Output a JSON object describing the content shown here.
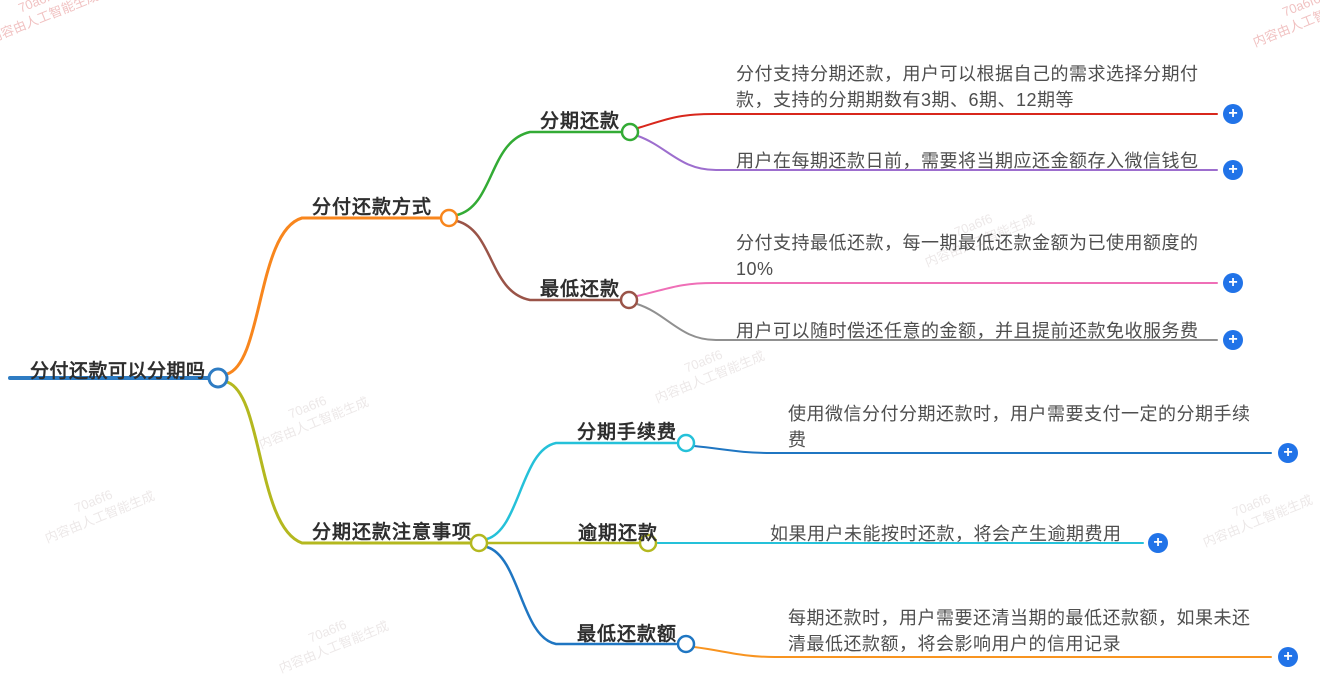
{
  "colors": {
    "root_blue": "#2e7cc3",
    "plus_blue": "#2173e8",
    "orange": "#f8861d",
    "green": "#33ab35",
    "red": "#d8271c",
    "purple": "#9d6ece",
    "brown": "#9a5448",
    "pink": "#ef6fb7",
    "gray": "#909090",
    "olive": "#b4b81f",
    "cyan": "#25c1d9",
    "blue": "#1f76c2",
    "orange2": "#f89420"
  },
  "icons": {
    "plus": "+"
  },
  "watermark": {
    "line1": "70a6f6",
    "line2": "内容由人工智能生成"
  },
  "mindmap": {
    "root": {
      "label": "分付还款可以分期吗"
    },
    "branches": [
      {
        "label": "分付还款方式",
        "children": [
          {
            "label": "分期还款",
            "leaves": [
              {
                "text": "分付支持分期还款，用户可以根据自己的需求选择分期付款，支持的分期期数有3期、6期、12期等"
              },
              {
                "text": "用户在每期还款日前，需要将当期应还金额存入微信钱包"
              }
            ]
          },
          {
            "label": "最低还款",
            "leaves": [
              {
                "text": "分付支持最低还款，每一期最低还款金额为已使用额度的10%"
              },
              {
                "text": "用户可以随时偿还任意的金额，并且提前还款免收服务费"
              }
            ]
          }
        ]
      },
      {
        "label": "分期还款注意事项",
        "children": [
          {
            "label": "分期手续费",
            "leaves": [
              {
                "text": "使用微信分付分期还款时，用户需要支付一定的分期手续费"
              }
            ]
          },
          {
            "label": "逾期还款",
            "leaves": [
              {
                "text": "如果用户未能按时还款，将会产生逾期费用"
              }
            ]
          },
          {
            "label": "最低还款额",
            "leaves": [
              {
                "text": "每期还款时，用户需要还清当期的最低还款额，如果未还清最低还款额，将会影响用户的信用记录"
              }
            ]
          }
        ]
      }
    ]
  }
}
